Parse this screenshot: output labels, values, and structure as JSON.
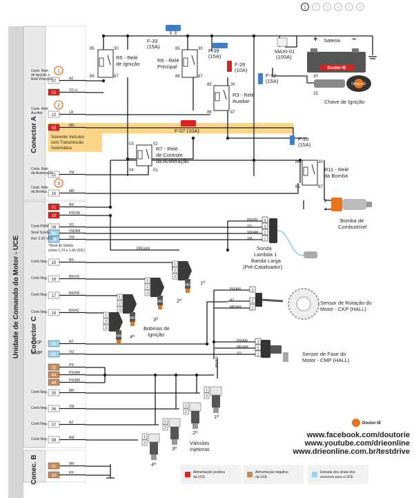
{
  "page_nav": [
    "1",
    "2",
    "3",
    "4",
    "5",
    "6"
  ],
  "ecu": {
    "title": "Unidade de Comando do Motor - UCE",
    "connector_a": "Conector A",
    "connector_c": "Conector C",
    "connector_b": "Conec. B"
  },
  "battery": {
    "label": "bateria",
    "plus": "+",
    "minus": "−",
    "brand": "Doutor-IE"
  },
  "ignition": {
    "label": "Chave de Ignição",
    "pin_30": "30",
    "pin_15": "15",
    "brand": "Doutor-IE"
  },
  "fuses": {
    "f33": {
      "name": "F-33",
      "rating": "(15A)"
    },
    "f39": {
      "name": "F-39",
      "rating": "(15A)"
    },
    "f26": {
      "name": "F-26",
      "rating": "(10A)"
    },
    "f52": {
      "name": "F-52",
      "rating": "(15A)"
    },
    "f07": {
      "name": "F-07 (10A)"
    },
    "f20": {
      "name": "F-20",
      "rating": "(15A)"
    },
    "maxi": {
      "name": "MAXI-01",
      "rating": "(100A)"
    }
  },
  "relays": {
    "r5": {
      "label1": "R5 - Relé",
      "label2": "de Ignição"
    },
    "r6": {
      "label1": "R6 - Relé",
      "label2": "Principal"
    },
    "r3": {
      "label1": "R3 - Relé",
      "label2": "Auxiliar"
    },
    "r7": {
      "label1": "R7 - Relé",
      "label2": "de Controle",
      "label3": "da Aceleração"
    },
    "r11": {
      "label1": "R11 - Relé",
      "label2": "da Bomba"
    }
  },
  "relay_pins": {
    "p85": "85",
    "p86": "86",
    "p30": "30",
    "p87": "87",
    "p01": "01",
    "p02": "02",
    "p03": "03",
    "p04": "04"
  },
  "callouts": [
    "1",
    "2",
    "3"
  ],
  "highlight_note": {
    "line1": "Somente Veículos",
    "line2": "com Transmissão",
    "line3": "Automática"
  },
  "conn_a_pins": [
    {
      "label1": "Contr. Relé",
      "label2": "de Ignição e",
      "label3": "Relé Principal",
      "pin": "07",
      "wire": "AZ",
      "color": "#ffffff"
    },
    {
      "label1": "",
      "label2": "",
      "label3": "",
      "pin": "02",
      "wire": "VD cl",
      "color": "#d7231e"
    },
    {
      "label1": "Contr. Relé",
      "label2": "Auxiliar",
      "label3": "",
      "pin": "22",
      "wire": "LR",
      "color": "#ffffff"
    },
    {
      "label1": "",
      "label2": "",
      "label3": "",
      "pin": "03",
      "wire": "MR",
      "color": "#d7231e"
    },
    {
      "label1": "Contr. Relé",
      "label2": "da Aceleração",
      "label3": "",
      "pin": "21",
      "wire": "VM",
      "color": "#ffffff"
    },
    {
      "label1": "Contr. Relé",
      "label2": "da Bomba",
      "label3": "",
      "pin": "16",
      "wire": "MR",
      "color": "#ffffff"
    }
  ],
  "conn_c_pins": [
    {
      "label1": "",
      "label2": "",
      "pin": "01",
      "wire": "BR",
      "color": "#d7231e"
    },
    {
      "label1": "",
      "label2": "",
      "pin": "10",
      "wire": "PR/VM",
      "color": "#d7231e"
    },
    {
      "label1": "Contr.PWM",
      "label2": "",
      "pin": "09",
      "wire": "VD",
      "color": "#ffffff"
    },
    {
      "label1": "Sinal Sonda",
      "label2": "",
      "pin": "30",
      "wire": "VM/AM",
      "color": "#9fd3ef"
    },
    {
      "label1": "Ref. 2,20 VDC",
      "label2": "",
      "pin": "29",
      "wire": "VM",
      "color": "#9fd3ef"
    },
    {
      "label1": "Contr.Neg.",
      "label2": "",
      "pin": "15",
      "wire": "BR",
      "color": "#ffffff"
    },
    {
      "label1": "Contr.Neg.",
      "label2": "",
      "pin": "16",
      "wire": "BR/VD",
      "color": "#ffffff"
    },
    {
      "label1": "Contr.Neg.",
      "label2": "",
      "pin": "17",
      "wire": "BR/PR",
      "color": "#ffffff"
    },
    {
      "label1": "Contr.Neg.",
      "label2": "",
      "pin": "18",
      "wire": "BR/AZ",
      "color": "#ffffff"
    },
    {
      "label1": "CKP",
      "label2": "",
      "pin": "32",
      "wire": "AZ",
      "color": "#9fd3ef"
    },
    {
      "label1": "CMP",
      "label2": "",
      "pin": "31",
      "wire": "VD",
      "color": "#9fd3ef"
    },
    {
      "label1": "",
      "label2": "",
      "pin": "02",
      "wire": "PR",
      "color": "#c98a5a"
    },
    {
      "label1": "",
      "label2": "",
      "pin": "44",
      "wire": "PR/AM",
      "color": "#c98a5a"
    },
    {
      "label1": "",
      "label2": "",
      "pin": "48",
      "wire": "PR/AM",
      "color": "#c98a5a"
    },
    {
      "label1": "Contr.Neg.",
      "label2": "",
      "pin": "05",
      "wire": "MR",
      "color": "#ffffff"
    },
    {
      "label1": "Contr.Neg.",
      "label2": "",
      "pin": "06",
      "wire": "VM",
      "color": "#ffffff"
    },
    {
      "label1": "Contr.Neg.",
      "label2": "",
      "pin": "07",
      "wire": "AZ",
      "color": "#ffffff"
    },
    {
      "label1": "Contr.Neg.",
      "label2": "",
      "pin": "08",
      "wire": "AM",
      "color": "#ffffff"
    }
  ],
  "probe_note": {
    "line1": "*Sinal da Sonda",
    "line2": "(entre 1,70 e 1,90 VDC)"
  },
  "conn_b_pins": [
    {
      "pin": "01",
      "wire": "MR",
      "color": "#c98a5a"
    },
    {
      "pin": "10",
      "wire": "PR",
      "color": "#c98a5a"
    }
  ],
  "pump": {
    "label1": "Bomba de",
    "label2": "Combustível",
    "pins": [
      "2",
      "4"
    ]
  },
  "lambda": {
    "label1": "Sonda",
    "label2": "Lambda 1",
    "label3": "Banda Larga",
    "label4": "(Pré-Catalisador)",
    "wires": [
      {
        "w": "BR/PR",
        "p": "4"
      },
      {
        "w": "VD",
        "p": "3"
      },
      {
        "w": "VM/AM",
        "p": "2"
      },
      {
        "w": "VM",
        "p": "1"
      }
    ]
  },
  "ckp": {
    "label1": "Sensor de Rotação do",
    "label2": "Motor - CKP (HALL)",
    "wires": [
      {
        "w": "PR/AM",
        "p": "3"
      },
      {
        "w": "AZ",
        "p": "2"
      },
      {
        "w": "MR/AM",
        "p": "1"
      }
    ]
  },
  "cmp": {
    "label1": "Sensor de Fase do",
    "label2": "Motor - CMP (HALL)",
    "wires": [
      {
        "w": "PR/AM",
        "p": "3"
      },
      {
        "w": "MR/AM",
        "p": "2"
      },
      {
        "w": "VD",
        "p": "1"
      }
    ]
  },
  "coils": {
    "label1": "Bobinas de",
    "label2": "Ignição",
    "wire_top": "PR/AM",
    "wire_mr": "MR",
    "order": [
      "1ª",
      "2ª",
      "3ª",
      "4ª"
    ],
    "pins": [
      "1",
      "2",
      "3"
    ]
  },
  "injectors": {
    "label1": "Válvulas",
    "label2": "Injetoras",
    "wire_top": "PR/AM",
    "order": [
      "1ª",
      "2ª",
      "3ª",
      "4ª"
    ],
    "pins": [
      "1",
      "2"
    ]
  },
  "brand": {
    "name": "Doutor-IE"
  },
  "links": [
    "www.facebook.com/doutorie",
    "www.youtube.com/drieonline",
    "www.drieonline.com.br/testdrive"
  ],
  "legend": [
    {
      "color": "#d7231e",
      "line1": "Alimentação positiva",
      "line2": "da UCE"
    },
    {
      "color": "#c98a5a",
      "line1": "Alimentação negativa",
      "line2": "da UCE"
    },
    {
      "color": "#9fd3ef",
      "line1": "Entrada dos sinais dos",
      "line2": "sensores para a UCE"
    }
  ],
  "colors": {
    "wire": "#1a1a1a",
    "highlight": "#fbd58a",
    "orange": "#e8731c",
    "fuse_blue": "#3f7fc9",
    "fuse_red": "#d7231e"
  }
}
